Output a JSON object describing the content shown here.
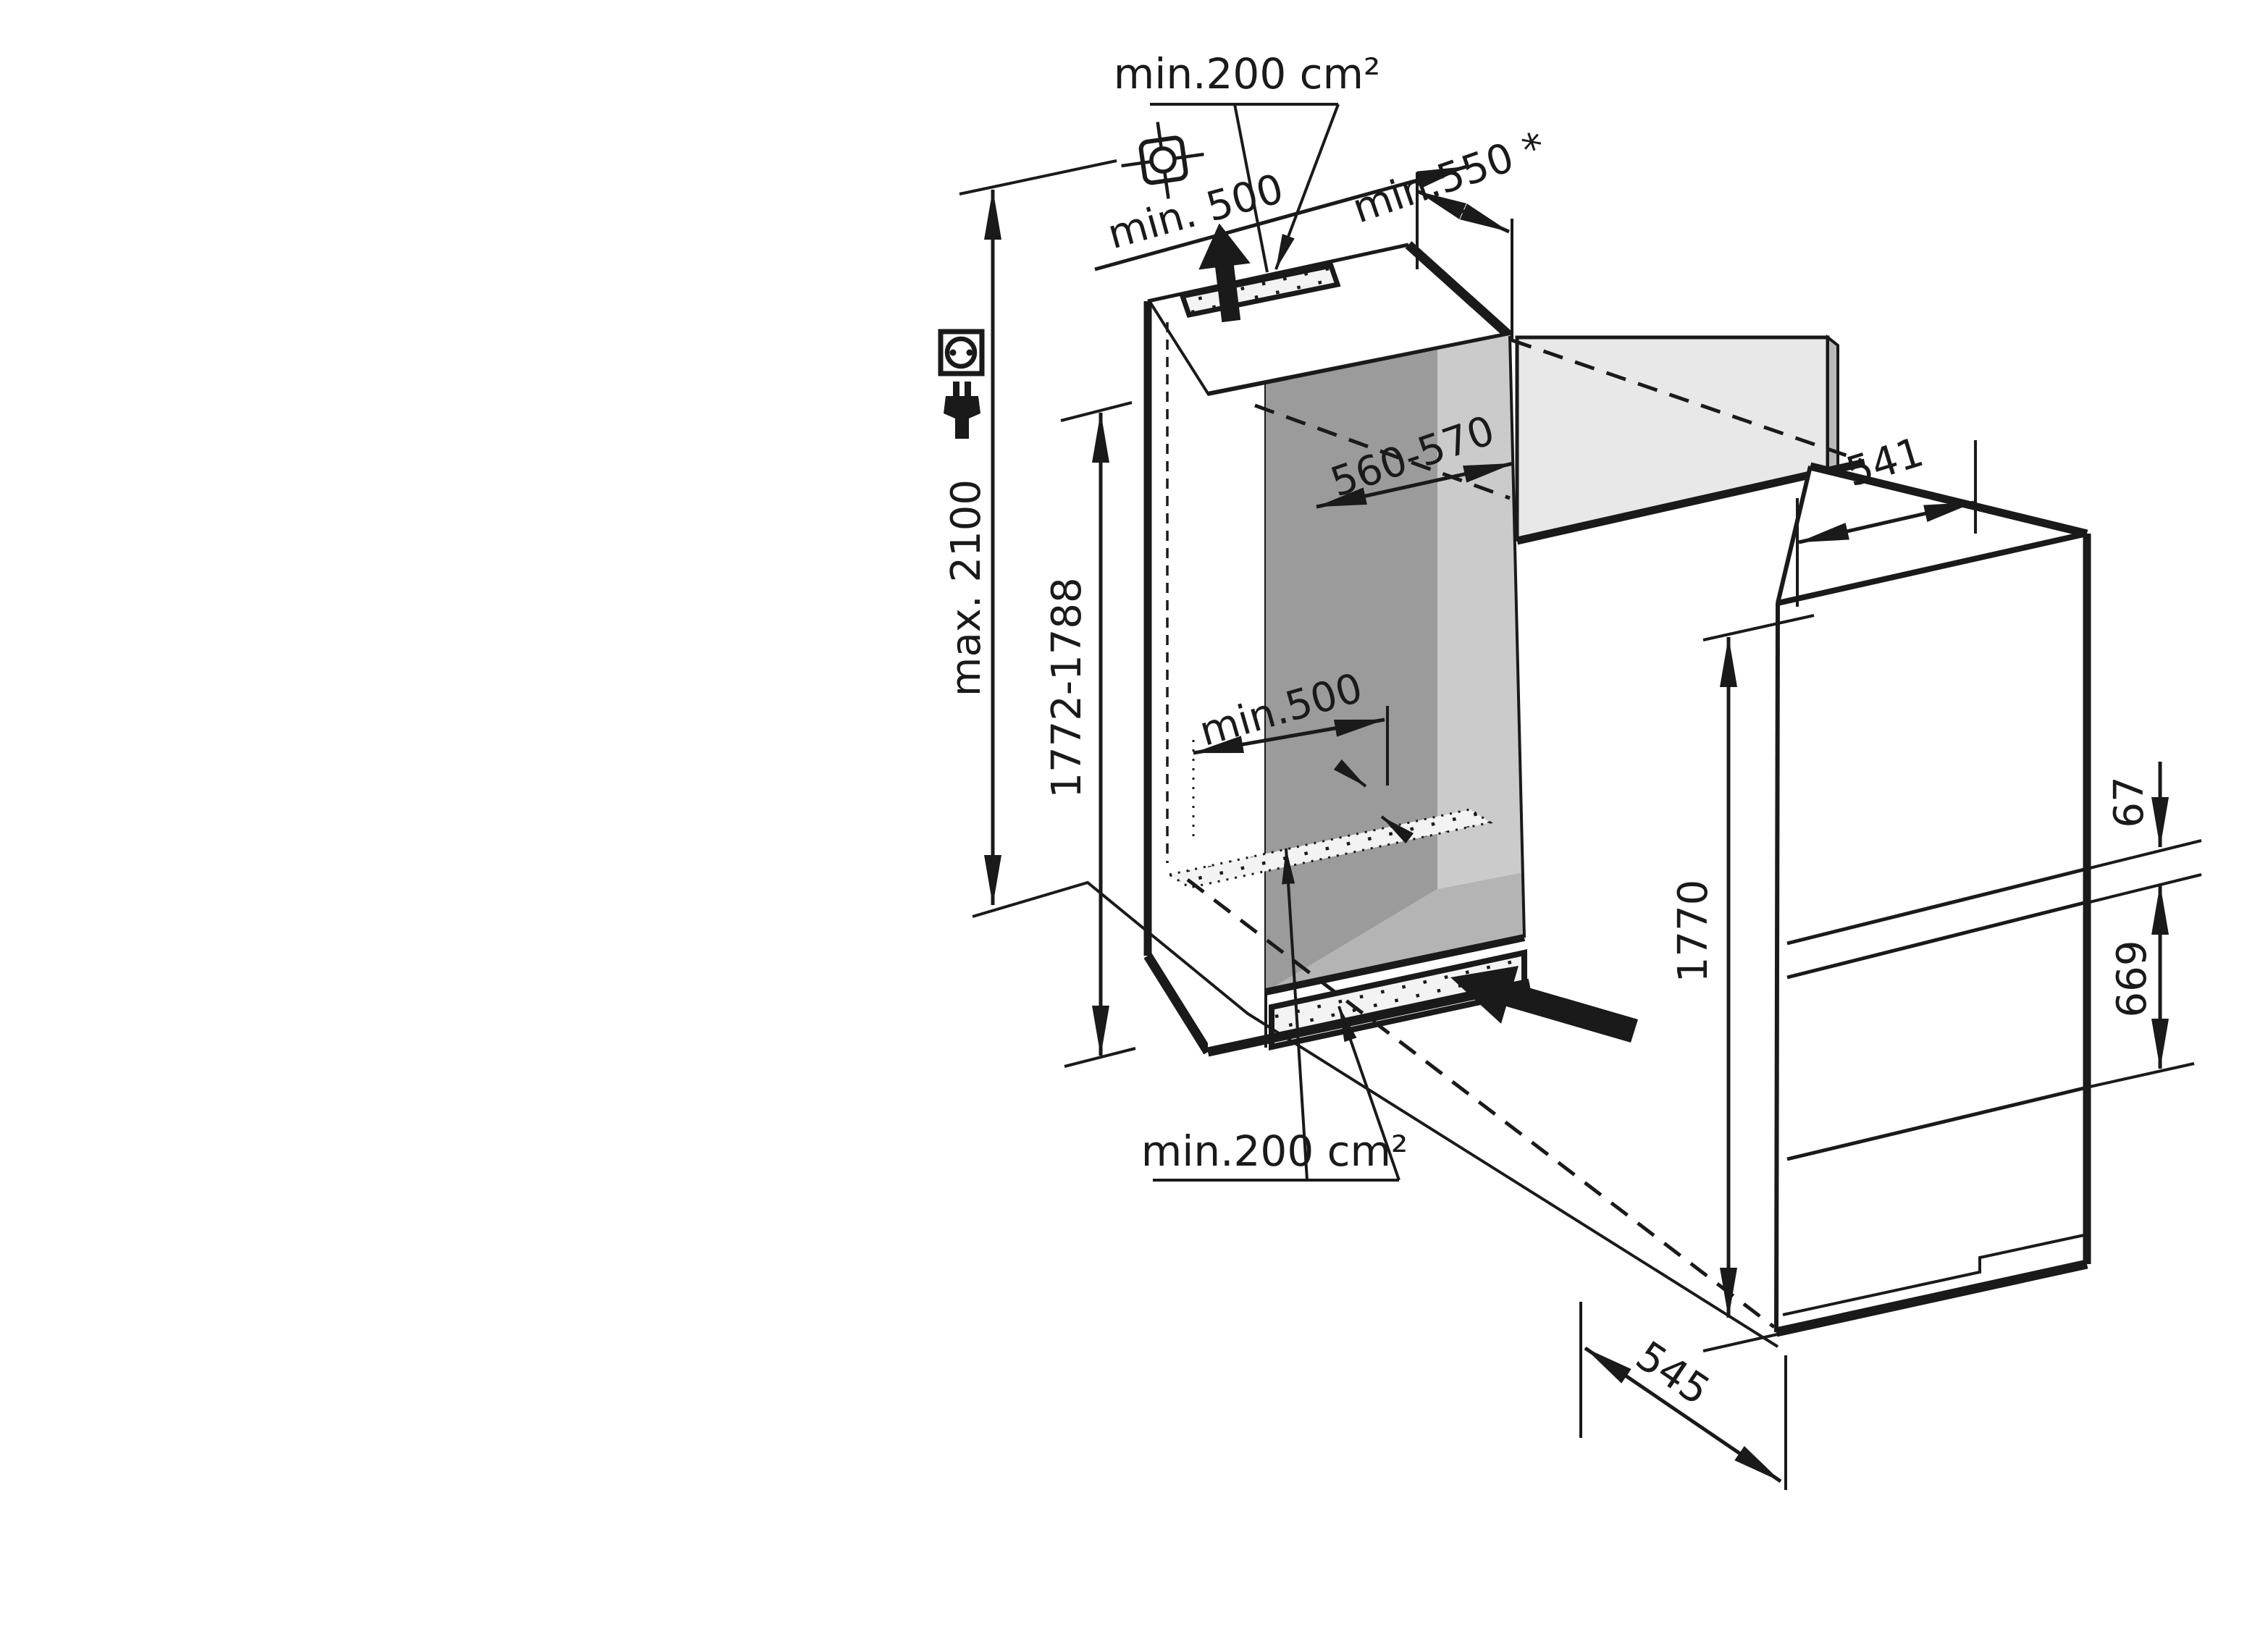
{
  "diagram": {
    "kind": "appliance-installation-dimension-drawing",
    "labels": {
      "top_vent_area": "min.200 cm²",
      "top_clearance_depth": "min. 500",
      "niche_depth": "min.550 *",
      "niche_width": "560-570",
      "ceiling_height": "max. 2100",
      "niche_height": "1772-1788",
      "floor_vent_depth": "min.500",
      "appliance_width": "541",
      "appliance_height": "1770",
      "door_gap": "67",
      "lower_door_height": "669",
      "appliance_depth": "545",
      "bottom_vent_area": "min.200 cm²"
    },
    "icons": {
      "socket": "power-socket-icon",
      "plug": "power-plug-icon",
      "mount": "mounting-plate-icon",
      "air_up": "airflow-up-arrow",
      "air_in": "airflow-intake-arrow"
    },
    "colors": {
      "line": "#1a1a1a",
      "dark_wall": "#9b9b9b",
      "back_wall": "#cbcbcb",
      "floor": "#b4b4b4",
      "door": "#e8e8e8",
      "door_edge": "#b9b9b9",
      "vent_fill": "#f3f3f3",
      "surface": "#ffffff"
    }
  }
}
